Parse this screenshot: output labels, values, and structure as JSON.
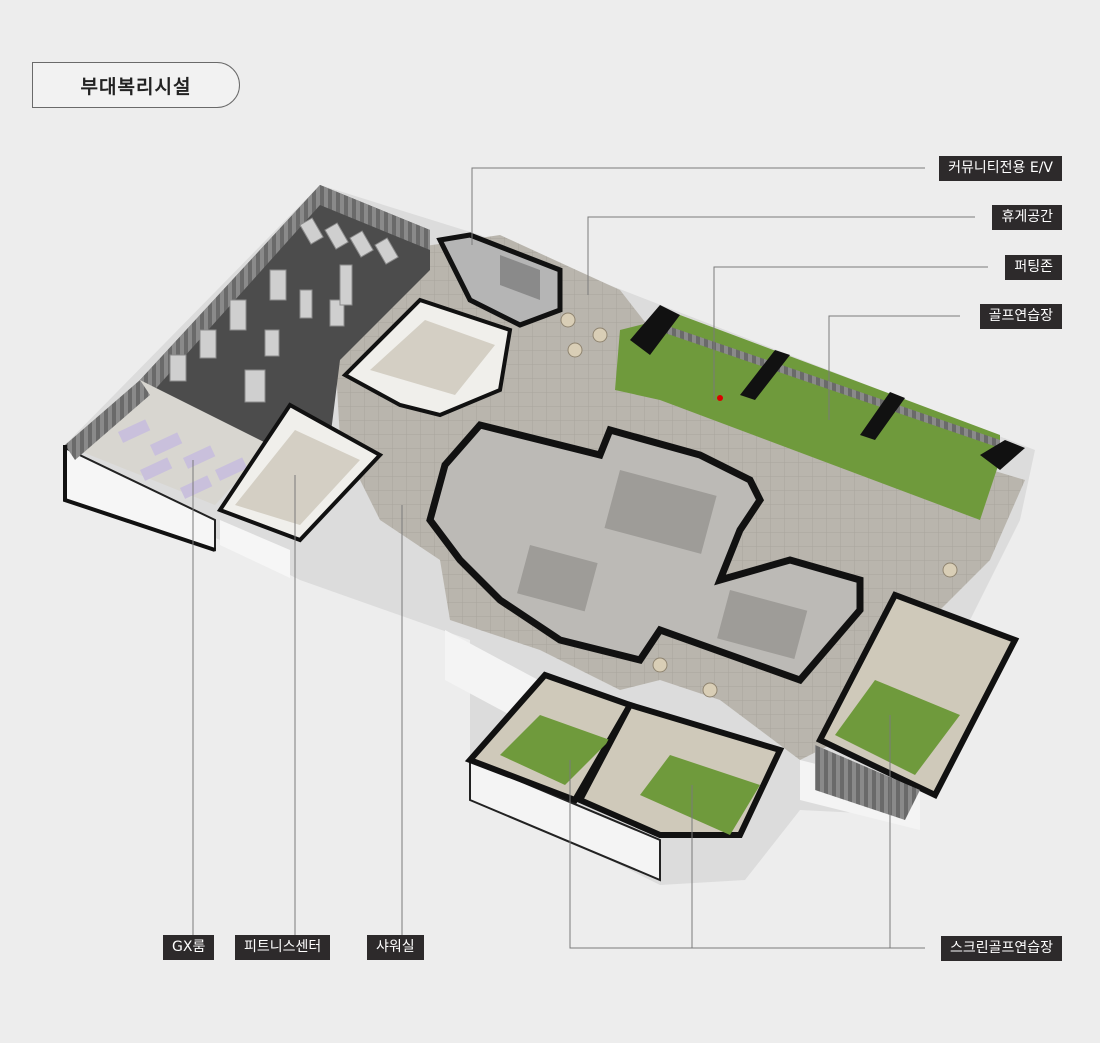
{
  "section_title": "부대복리시설",
  "labels": {
    "community_ev": "커뮤니티전용 E/V",
    "lounge": "휴게공간",
    "putting_zone": "퍼팅존",
    "golf_range": "골프연습장",
    "gx_room": "GX룸",
    "fitness_center": "피트니스센터",
    "shower_room": "샤워실",
    "screen_golf": "스크린골프연습장"
  },
  "colors": {
    "background": "#ededed",
    "label_bg": "#2d2a2b",
    "label_text": "#ffffff",
    "leader_line": "#7a7a7a",
    "wall": "#111111",
    "green_floor": "#6f9a3c",
    "gym_floor": "#4a4a4a",
    "tile_floor": "#b7b3ab"
  }
}
